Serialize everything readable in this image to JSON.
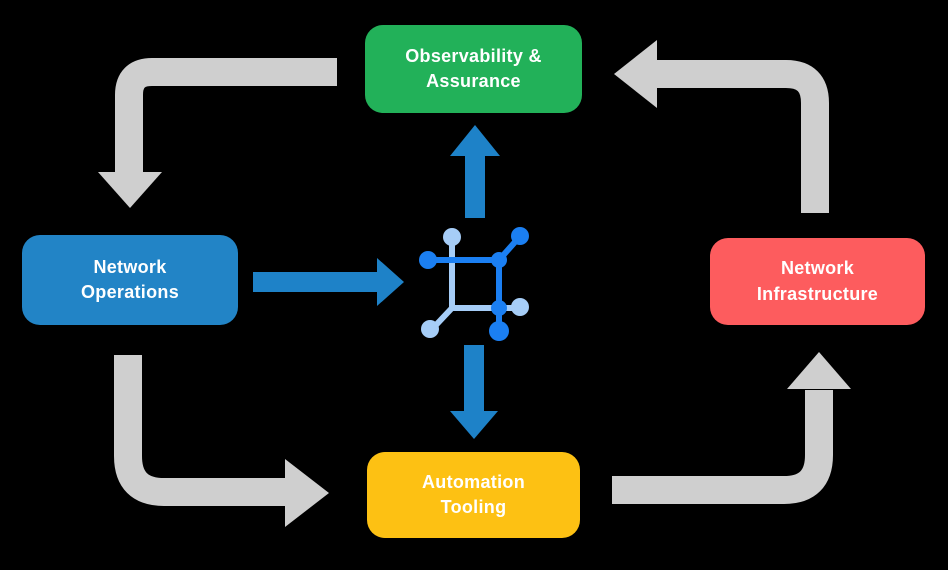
{
  "title": "Network automation lifecycle diagram",
  "nodes": [
    {
      "id": "observability-assurance",
      "lines": [
        "Observability &",
        "Assurance"
      ],
      "color": "#22B159"
    },
    {
      "id": "network-operations",
      "lines": [
        "Network",
        "Operations"
      ],
      "color": "#2284C6"
    },
    {
      "id": "network-infrastructure",
      "lines": [
        "Network",
        "Infrastructure"
      ],
      "color": "#FD5C5E"
    },
    {
      "id": "automation-tooling",
      "lines": [
        "Automation",
        "Tooling"
      ],
      "color": "#FDC113"
    }
  ],
  "center_icon": "network-automation-icon",
  "flows": [
    {
      "from": "Observability & Assurance",
      "to": "Network Operations",
      "style": "gray-cycle-arrow"
    },
    {
      "from": "Network Operations",
      "to": "Automation Tooling",
      "style": "gray-cycle-arrow"
    },
    {
      "from": "Automation Tooling",
      "to": "Network Infrastructure",
      "style": "gray-cycle-arrow"
    },
    {
      "from": "Network Infrastructure",
      "to": "Observability & Assurance",
      "style": "gray-cycle-arrow"
    },
    {
      "from": "Network Operations",
      "to": "center icon",
      "style": "blue-arrow"
    },
    {
      "from": "center icon",
      "to": "Observability & Assurance",
      "style": "blue-arrow"
    },
    {
      "from": "center icon",
      "to": "Automation Tooling",
      "style": "blue-arrow"
    }
  ],
  "colors": {
    "background": "#000000",
    "cycle_arrow_gray": "#CFCFCF",
    "blue_arrow": "#1E82C8",
    "icon_dark_blue": "#1B7FF2",
    "icon_light_blue": "#A6CDF7",
    "label_text": "#FFFFFF"
  }
}
